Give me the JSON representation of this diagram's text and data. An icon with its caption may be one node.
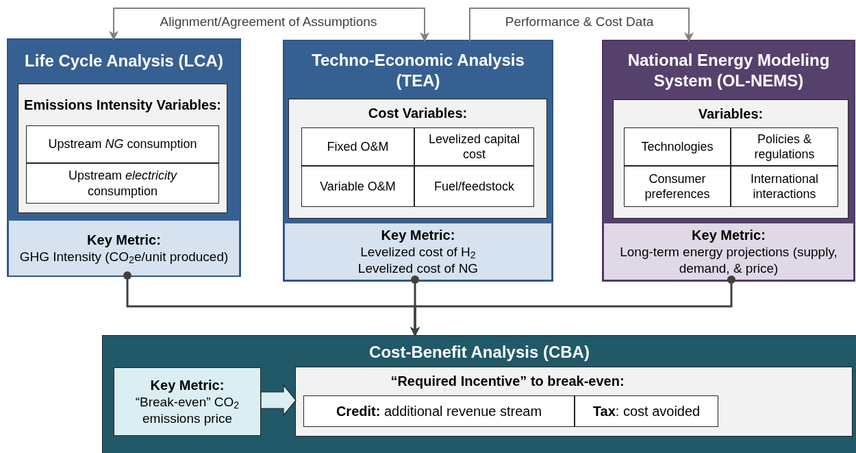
{
  "diagram": {
    "nodes": [
      {
        "text": [
          "Life Cycle Analysis (LCA)"
        ]
      },
      {
        "text": [
          "Emissions Intensity Variables:"
        ],
        "in": 0
      },
      {
        "text": [
          "Upstream *NG* consumption"
        ],
        "in": 1
      },
      {
        "text": [
          "Upstream *electricity* consumption"
        ],
        "in": 1
      },
      {
        "text": [
          "Key Metric:",
          "GHG Intensity (CO$_{2}$e/unit produced)"
        ],
        "in": 0
      },
      {
        "text": [
          "Techno-Economic Analysis (TEA)"
        ]
      },
      {
        "text": [
          "Cost Variables:"
        ],
        "in": 5
      },
      {
        "text": [
          "Fixed O&M"
        ],
        "in": 6
      },
      {
        "text": [
          "Levelized capital cost"
        ],
        "in": 6
      },
      {
        "text": [
          "Variable O&M"
        ],
        "in": 6
      },
      {
        "text": [
          "Fuel/feedstock"
        ],
        "in": 6
      },
      {
        "text": [
          "Key Metric:",
          "Levelized cost of H$_{2}$",
          "Levelized cost of NG"
        ],
        "in": 5
      },
      {
        "text": [
          "National Energy Modeling System (OL-NEMS)"
        ]
      },
      {
        "text": [
          "Variables:"
        ],
        "in": 12
      },
      {
        "text": [
          "Technologies"
        ],
        "in": 13
      },
      {
        "text": [
          "Policies & regulations"
        ],
        "in": 13
      },
      {
        "text": [
          "Consumer preferences"
        ],
        "in": 13
      },
      {
        "text": [
          "International interactions"
        ],
        "in": 13
      },
      {
        "text": [
          "Key Metric:",
          "Long-term energy projections (supply, demand, & price)"
        ],
        "in": 12
      },
      {
        "text": [
          "Cost-Benefit Analysis (CBA)"
        ]
      },
      {
        "text": [
          "Key Metric:",
          "“Break-even” CO$_{2}$ emissions price"
        ],
        "in": 19
      },
      {
        "text": [
          "“Required Incentive” to break-even:"
        ],
        "in": 19
      },
      {
        "text": [
          "**Credit:** additional revenue stream"
        ],
        "in": 21
      },
      {
        "text": [
          "**Tax**: cost avoided"
        ],
        "in": 21
      }
    ],
    "edges": [
      {
        "from": 0,
        "to": 5,
        "arrow": "both",
        "label": "Alignment/Agreement of Assumptions",
        "color": "#808080"
      },
      {
        "from": 5,
        "to": 12,
        "arrow": "to",
        "label": "Performance & Cost Data",
        "color": "#808080"
      },
      {
        "from": 4,
        "to": 19,
        "arrow": "to"
      },
      {
        "from": 11,
        "to": 19,
        "arrow": "to"
      },
      {
        "from": 18,
        "to": 19,
        "arrow": "to"
      },
      {
        "from": 20,
        "to": 21,
        "arrow": "to",
        "color": "#daeef3"
      }
    ]
  }
}
